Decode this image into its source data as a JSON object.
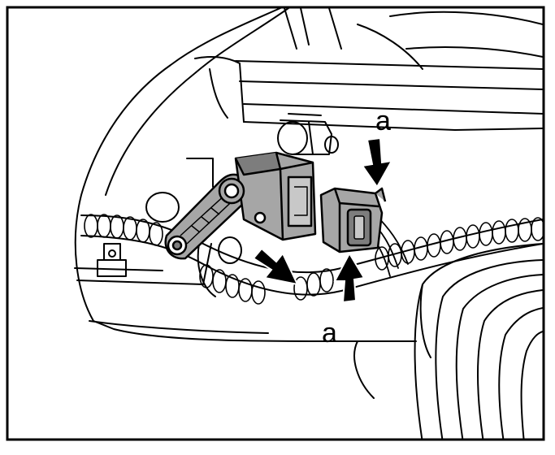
{
  "illustration": {
    "callouts": [
      {
        "id": "top",
        "text": "a"
      },
      {
        "id": "bottom",
        "text": "a"
      }
    ],
    "colors": {
      "line": "#000000",
      "background": "#ffffff",
      "part_fill": "#a6a6a6",
      "part_fill_dark": "#7d7d7d",
      "arrow_fill": "#000000"
    }
  }
}
